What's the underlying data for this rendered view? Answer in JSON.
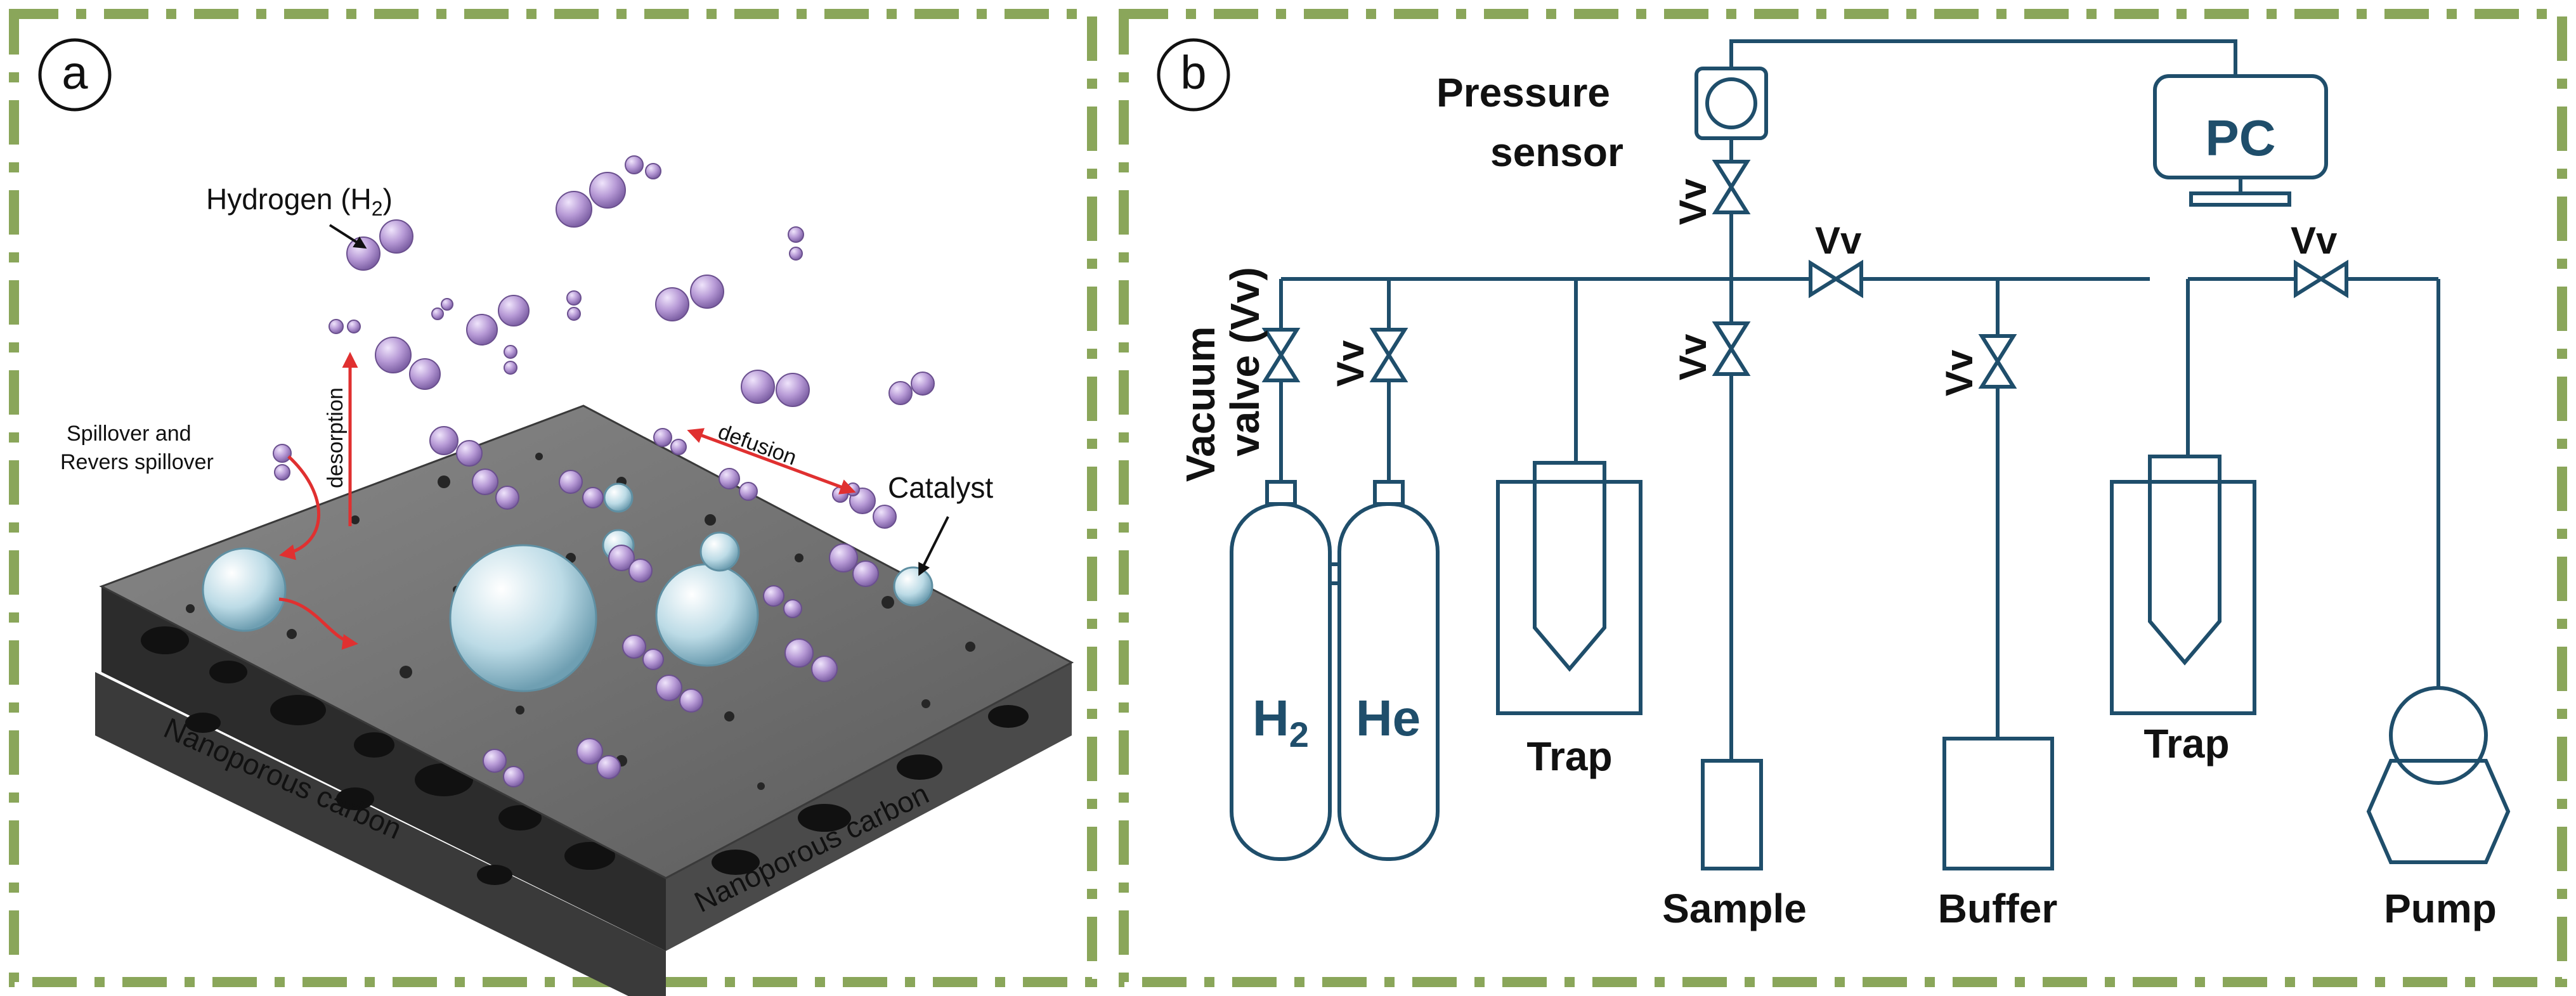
{
  "panel_a": {
    "letter": "a",
    "labels": {
      "hydrogen_prefix": "Hydrogen (H",
      "hydrogen_sub": "2",
      "hydrogen_suffix": ")",
      "spillover_line1": "Spillover and",
      "spillover_line2": "Revers spillover",
      "desorption": "desorption",
      "defusion": "defusion",
      "catalyst": "Catalyst",
      "carbon_left": "Nanoporous carbon",
      "carbon_right": "Nanoporous carbon"
    }
  },
  "panel_b": {
    "letter": "b",
    "labels": {
      "pressure_line1": "Pressure",
      "pressure_line2": "sensor",
      "pc": "PC",
      "vacuum_line1": "Vacuum",
      "vacuum_line2": "valve (Vv)",
      "vv": "Vv",
      "h2_main": "H",
      "h2_sub": "2",
      "he": "He",
      "trap": "Trap",
      "sample": "Sample",
      "buffer": "Buffer",
      "pump": "Pump"
    }
  },
  "colors": {
    "frame_green": "#8aa65a",
    "line_blue": "#1f4e6b",
    "molecule_purple": "#b79ad6",
    "catalyst_blue": "#bcdbe6",
    "arrow_red": "#e03030",
    "carbon_dark": "#4a4a4a"
  }
}
